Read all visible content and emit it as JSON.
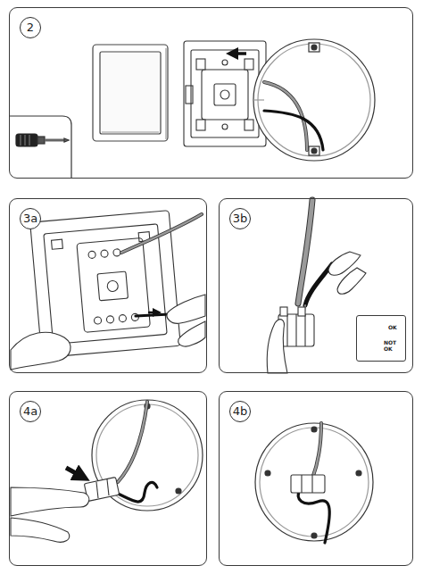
{
  "diagram": {
    "nodes": [
      {
        "text": [
          "2"
        ]
      },
      {
        "text": [
          "3a"
        ]
      },
      {
        "text": [
          "3b"
        ]
      },
      {
        "text": [
          "OK",
          "NOT OK"
        ],
        "in": 2
      },
      {
        "text": [
          "4a"
        ]
      },
      {
        "text": [
          "4b"
        ]
      }
    ]
  }
}
